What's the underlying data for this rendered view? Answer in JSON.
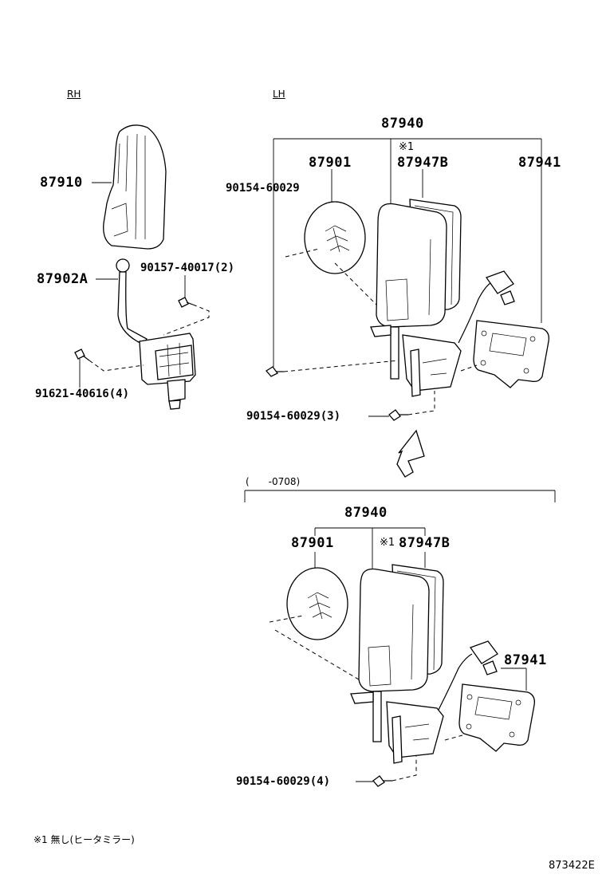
{
  "labels": {
    "rh": "RH",
    "lh": "LH",
    "p87910": "87910",
    "p87902a": "87902A",
    "p90157": "90157-40017(2)",
    "p91621": "91621-40616(4)",
    "p87940_top": "87940",
    "mark_top": "※1",
    "p87901_top": "87901",
    "p87947b_top": "87947B",
    "p87941_top": "87941",
    "p90154_a": "90154-60029",
    "p90154_b": "90154-60029(3)",
    "range": "(　　-0708)",
    "p87940_bot": "87940",
    "p87901_bot": "87901",
    "mark_bot": "※1",
    "p87947b_bot": "87947B",
    "p87941_bot": "87941",
    "p90154_c": "90154-60029(4)",
    "footnote": "※1 無し(ヒータミラー)",
    "figure_code": "873422E"
  }
}
